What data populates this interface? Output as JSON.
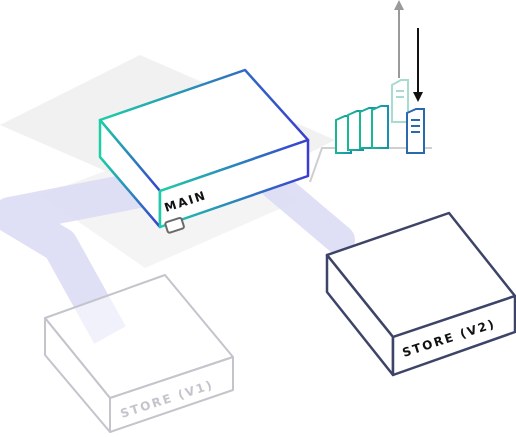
{
  "labels": {
    "main": "MAIN",
    "store_v1": "STORE (V1)",
    "store_v2": "STORE (V2)"
  },
  "colors": {
    "main_gradient_start": "#1ccfa6",
    "main_gradient_end": "#3a3ed0",
    "store_v1_stroke": "#c4c4cc",
    "store_v2_stroke": "#3d4468",
    "doc_stroke": "#1a9f8a",
    "doc_highlight_stroke": "#2a68b0",
    "flow_band": "#dcdcf4",
    "plane": "#eeeeee",
    "arrow_up": "#9a9a9a",
    "arrow_down": "#111111",
    "label_dark": "#111111",
    "label_faded": "#c4c4cc"
  }
}
